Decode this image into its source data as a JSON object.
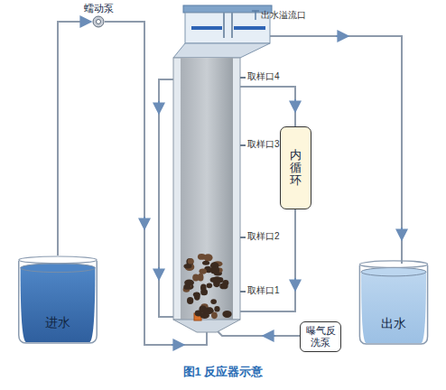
{
  "diagram": {
    "caption": "图1 反应器示意",
    "nodes": [
      {
        "text": [
          "进水"
        ]
      },
      {
        "text": [
          "蠕动泵"
        ]
      },
      {
        "text": [
          "内循环"
        ]
      },
      {
        "text": [
          "曝气反洗泵"
        ]
      },
      {
        "text": [
          "出水"
        ]
      }
    ],
    "edges": [
      {
        "from": 0,
        "to": 1,
        "arrow": "to"
      }
    ],
    "labels": [
      "出水溢流口",
      "取样口4",
      "取样口3",
      "取样口2",
      "取样口1"
    ]
  }
}
